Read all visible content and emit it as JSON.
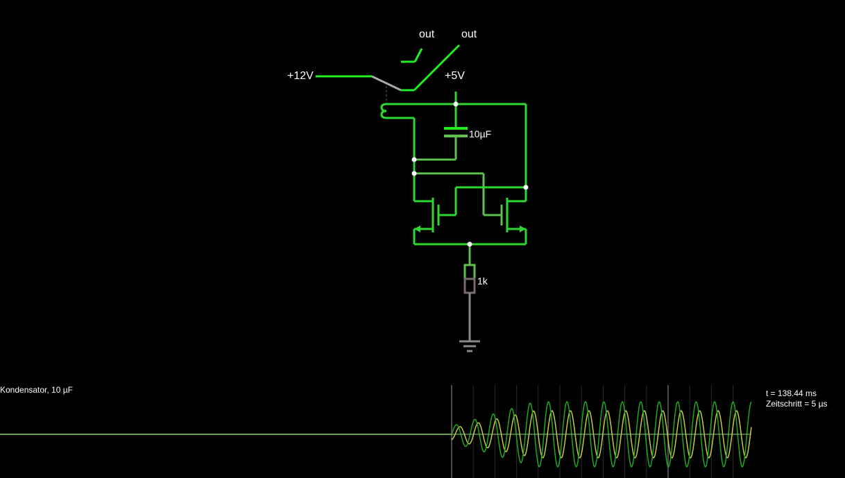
{
  "circuit": {
    "labels": {
      "supply_12v": "+12V",
      "supply_5v": "+5V",
      "out_1": "out",
      "out_2": "out",
      "capacitor": "10µF",
      "resistor": "1k"
    },
    "colors": {
      "wire_high": "#2fd62f",
      "wire_bright": "#22ee22",
      "wire_mid": "#5fbf4f",
      "wire_low": "#8a8a8a",
      "resistor_low": "#7a6a6a",
      "switch_arm": "#a9a9a9"
    }
  },
  "scope": {
    "label": "Kondensator, 10 µF",
    "time_readout": "t = 138.44 ms",
    "timestep_readout": "Zeitschritt = 5 µs",
    "trace_colors": {
      "voltage": "#1fa81f",
      "current": "#c8c84a",
      "baseline": "#8fd36f"
    }
  }
}
